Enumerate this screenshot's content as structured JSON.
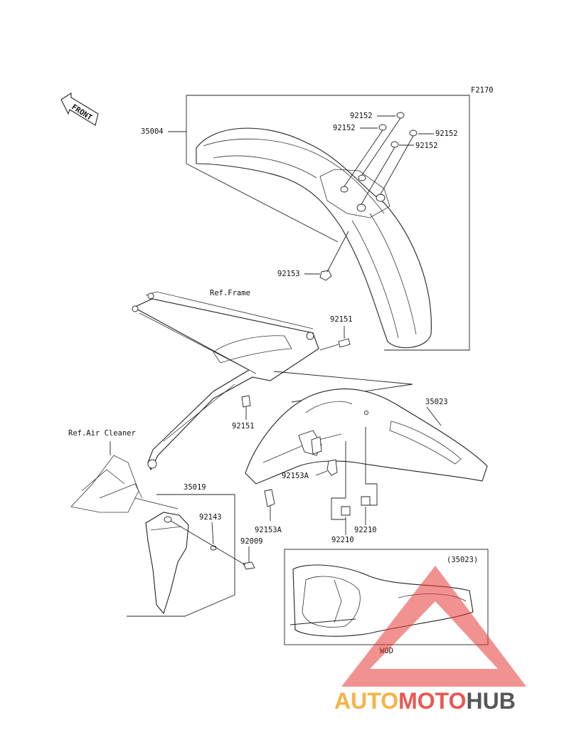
{
  "figure_code": "F2170",
  "front_arrow": "FRONT",
  "labels": {
    "p35004": "35004",
    "p92152a": "92152",
    "p92152b": "92152",
    "p92152c": "92152",
    "p92152d": "92152",
    "p92153": "92153",
    "ref_frame": "Ref.Frame",
    "p92151a": "92151",
    "p92151b": "92151",
    "p35023": "35023",
    "ref_air_cleaner": "Ref.Air Cleaner",
    "p35019": "35019",
    "p92143": "92143",
    "p92009": "92009",
    "p92153A_a": "92153A",
    "p92153A_b": "92153A",
    "p92210a": "92210",
    "p92210b": "92210",
    "inset_ref": "(35023)",
    "inset_note": "WOD"
  },
  "watermark": {
    "auto": "AUTO",
    "moto": "MOTO",
    "hub": "HUB",
    "color_orange": "#f5a623",
    "color_red": "#e53935",
    "color_dark": "#3a3a3a"
  }
}
